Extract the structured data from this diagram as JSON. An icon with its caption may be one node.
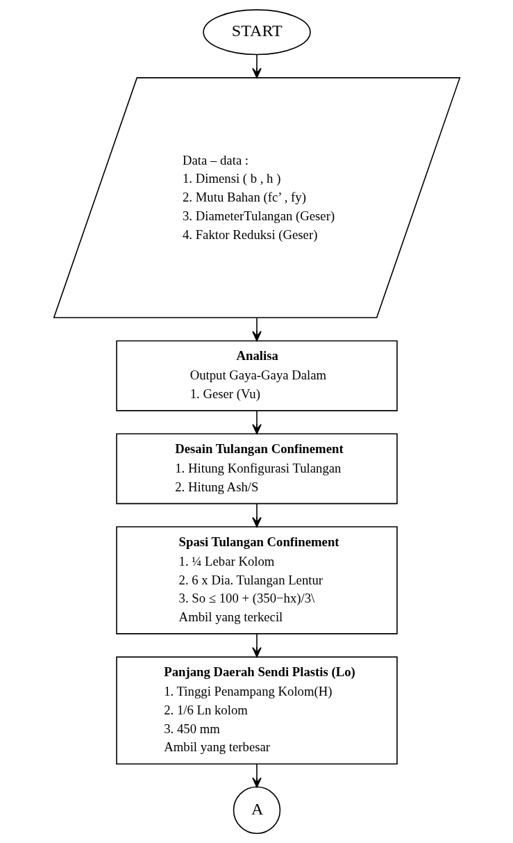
{
  "diagram": {
    "nodes": [
      {
        "text": [
          "START"
        ]
      },
      {
        "text": [
          "Data – data :",
          "1. Dimensi ( b , h )",
          "2. Mutu Bahan (fc’ , fy)",
          "3. DiameterTulangan (Geser)",
          "4. Faktor Reduksi (Geser)"
        ]
      },
      {
        "text": [
          "Analisa",
          "Output Gaya-Gaya Dalam",
          "1. Geser (Vu)"
        ]
      },
      {
        "text": [
          "Desain Tulangan Confinement",
          "1. Hitung Konfigurasi Tulangan",
          "2. Hitung Ash/S"
        ]
      },
      {
        "text": [
          "Spasi Tulangan Confinement",
          "1. ¼ Lebar Kolom",
          "2. 6 x Dia. Tulangan Lentur",
          "3. So ≤ 100 + (350−hx)/3\\",
          "Ambil yang terkecil"
        ]
      },
      {
        "text": [
          "Panjang Daerah Sendi Plastis (Lo)",
          "1. Tinggi Penampang Kolom(H)",
          "2. 1/6 Ln kolom",
          "3. 450 mm",
          "Ambil yang terbesar"
        ]
      },
      {
        "text": [
          "A"
        ]
      }
    ],
    "edges": [
      {
        "from": 0,
        "to": 1,
        "arrow": "to"
      },
      {
        "from": 1,
        "to": 2,
        "arrow": "to"
      },
      {
        "from": 2,
        "to": 3,
        "arrow": "to"
      },
      {
        "from": 3,
        "to": 4,
        "arrow": "to"
      },
      {
        "from": 4,
        "to": 5,
        "arrow": "to"
      },
      {
        "from": 5,
        "to": 6,
        "arrow": "to"
      }
    ]
  }
}
